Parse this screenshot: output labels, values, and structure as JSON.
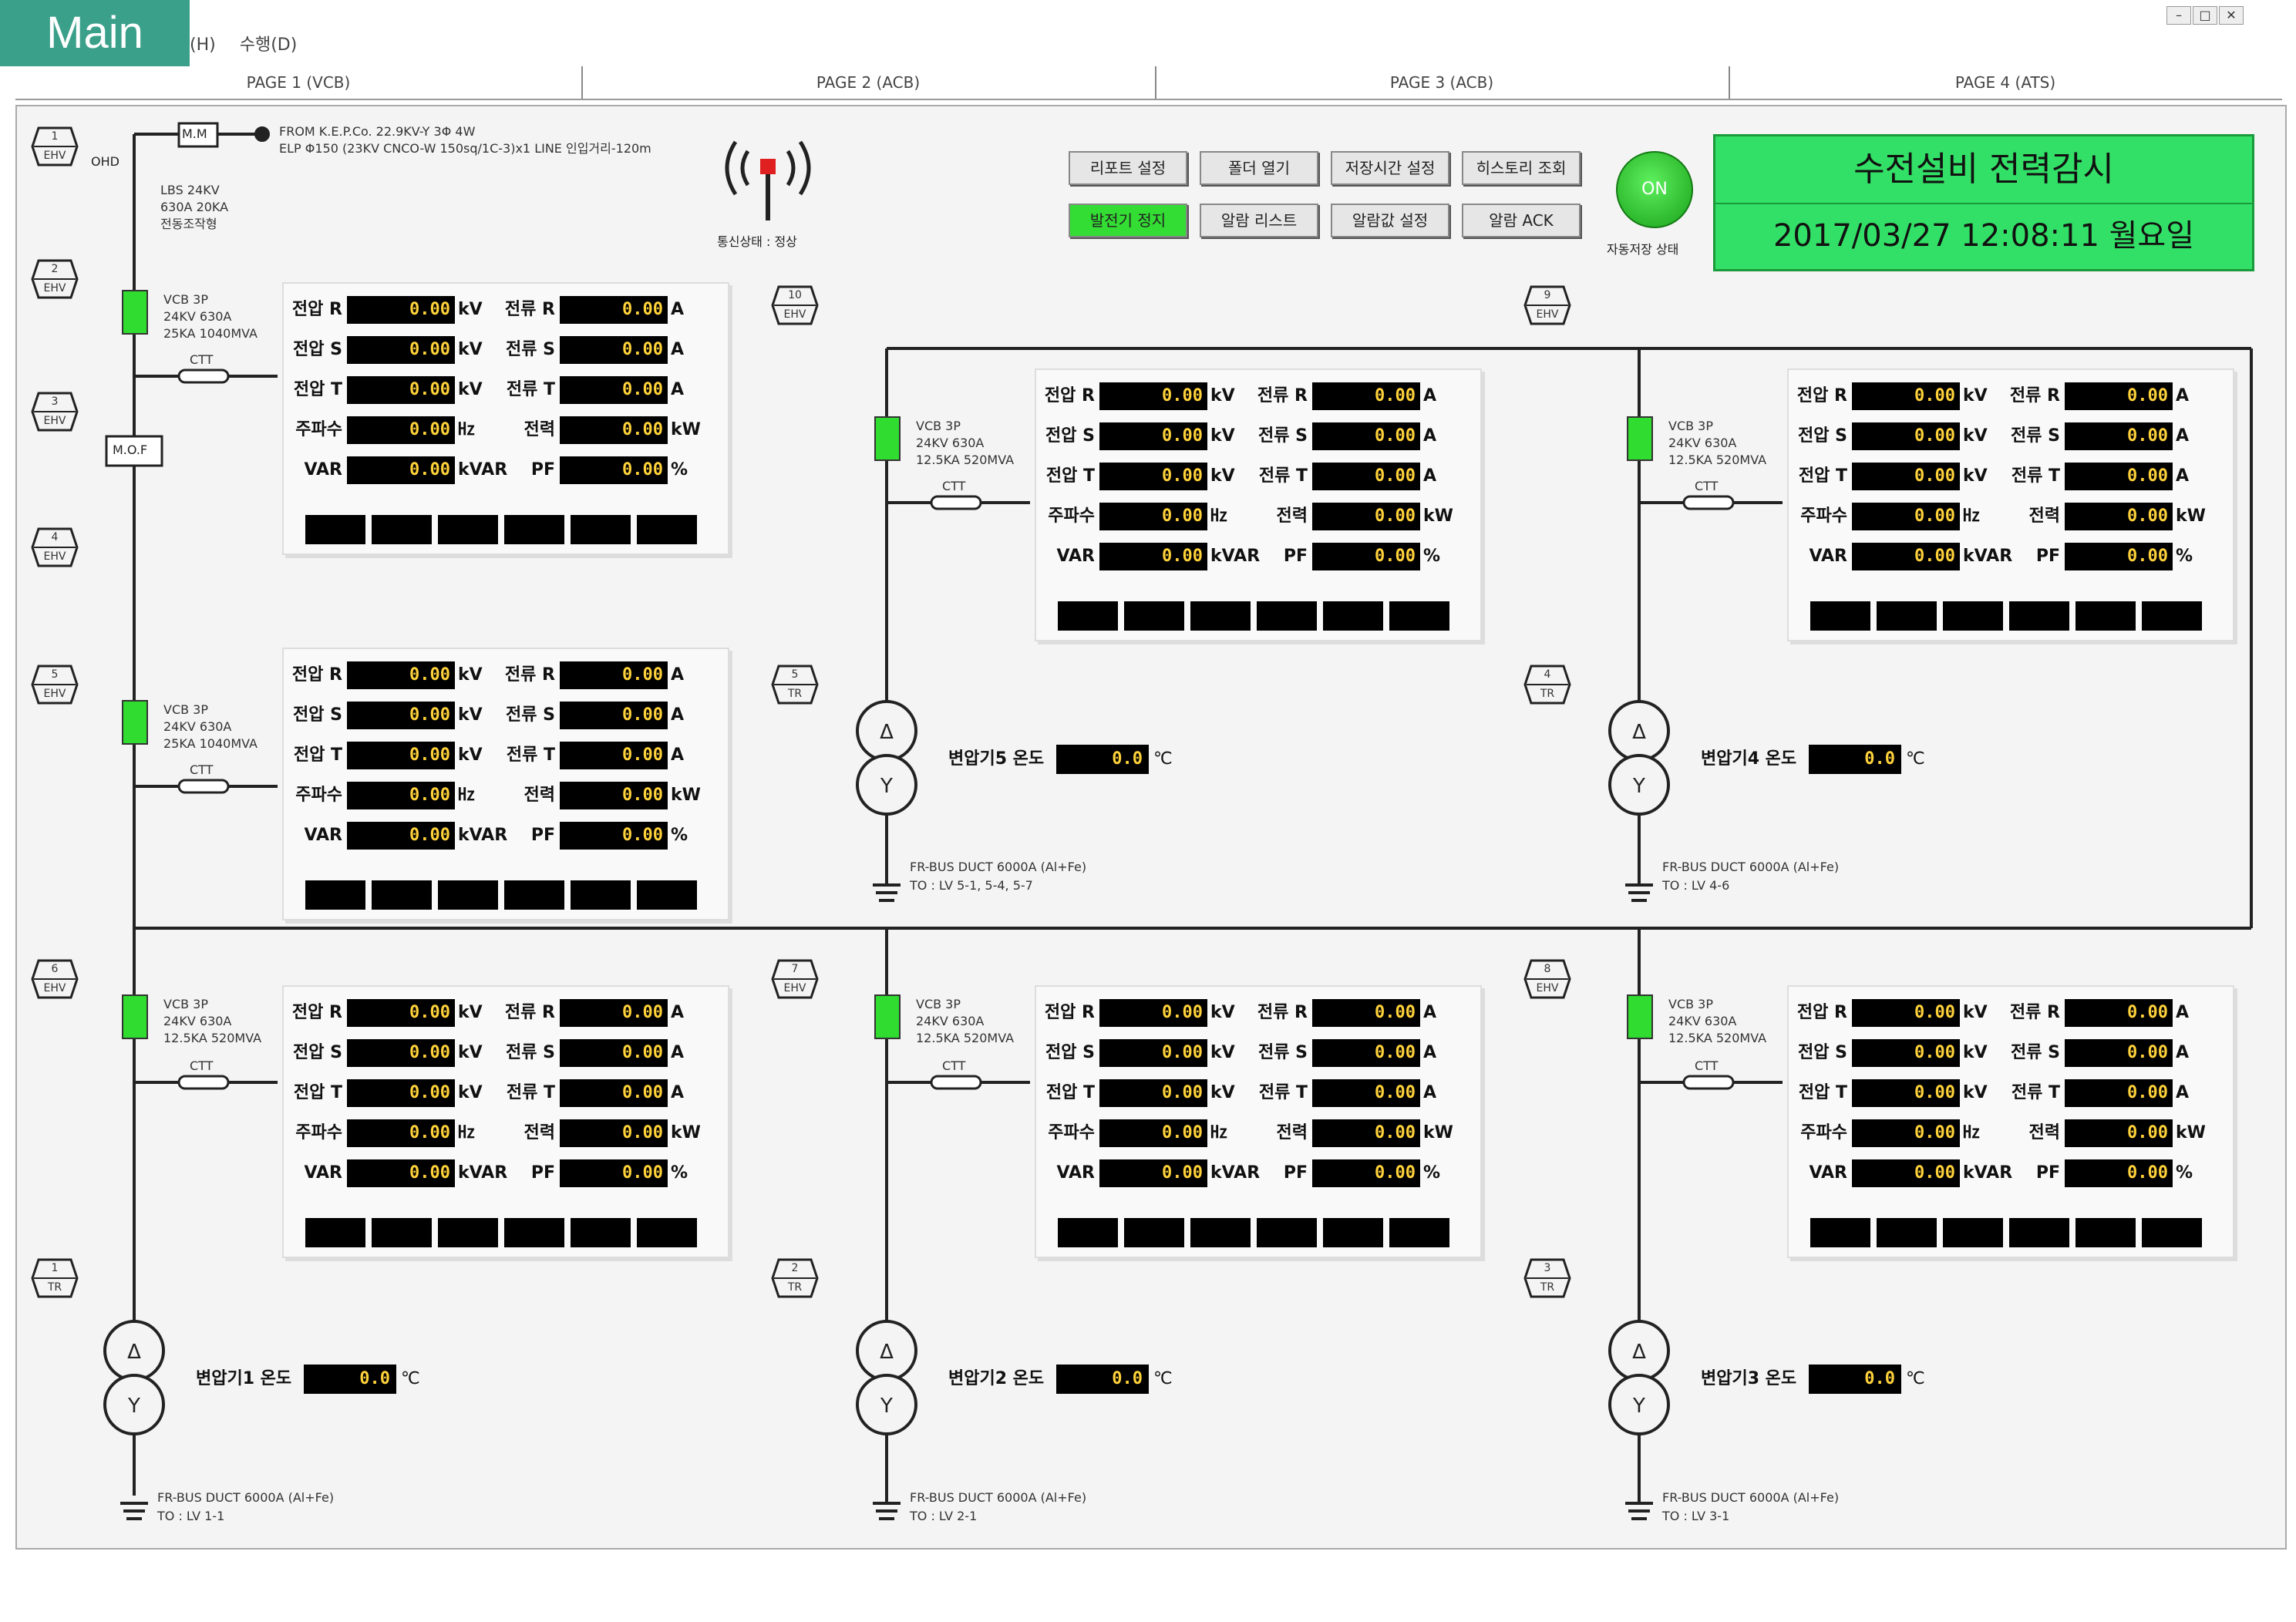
{
  "app": {
    "corner_tag": "Main",
    "menus": [
      "(H)",
      "수행(D)"
    ]
  },
  "tabs": [
    "PAGE 1 (VCB)",
    "PAGE 2 (ACB)",
    "PAGE 3 (ACB)",
    "PAGE 4 (ATS)"
  ],
  "header": {
    "buttons": [
      {
        "label": "리포트 설정",
        "green": false
      },
      {
        "label": "폴더 열기",
        "green": false
      },
      {
        "label": "저장시간 설정",
        "green": false
      },
      {
        "label": "히스토리 조회",
        "green": false
      },
      {
        "label": "발전기 정지",
        "green": true
      },
      {
        "label": "알람 리스트",
        "green": false
      },
      {
        "label": "알람값 설정",
        "green": false
      },
      {
        "label": "알람 ACK",
        "green": false
      }
    ],
    "on_lamp": "ON",
    "auto_save_label": "자동저장 상태",
    "comm_label": "통신상태 : 정상",
    "title": "수전설비 전력감시",
    "clock": "2017/03/27 12:08:11 월요일"
  },
  "supply": {
    "mm_label": "M.M",
    "ohd_label": "OHD",
    "mof_label": "M.O.F",
    "from_line1": "FROM K.E.P.Co. 22.9KV-Y 3Φ 4W",
    "from_line2": "ELP Φ150 (23KV CNCO-W 150sq/1C-3)x1 LINE 인입거리-120m",
    "lbs_note": "LBS 24KV\n630A 20KA\n전동조작형"
  },
  "ct_label": "CTT",
  "row_labels": {
    "v_r": "전압 R",
    "v_s": "전압 S",
    "v_t": "전압 T",
    "freq": "주파수",
    "var": "VAR",
    "i_r": "전류 R",
    "i_s": "전류 S",
    "i_t": "전류 T",
    "power": "전력",
    "pf": "PF"
  },
  "units": {
    "kv": "kV",
    "a": "A",
    "hz": "㎐",
    "kw": "kW",
    "kvar": "kVAR",
    "pct": "%"
  },
  "panels": [
    {
      "id": "p1",
      "vcb": "VCB 3P\n24KV 630A\n25KA 1040MVA",
      "values": {
        "v_r": "0.00",
        "v_s": "0.00",
        "v_t": "0.00",
        "freq": "0.00",
        "var": "0.00",
        "i_r": "0.00",
        "i_s": "0.00",
        "i_t": "0.00",
        "power": "0.00",
        "pf": "0.00"
      }
    },
    {
      "id": "p2",
      "vcb": "VCB 3P\n24KV 630A\n25KA 1040MVA",
      "values": {
        "v_r": "0.00",
        "v_s": "0.00",
        "v_t": "0.00",
        "freq": "0.00",
        "var": "0.00",
        "i_r": "0.00",
        "i_s": "0.00",
        "i_t": "0.00",
        "power": "0.00",
        "pf": "0.00"
      }
    },
    {
      "id": "p3",
      "vcb": "VCB 3P\n24KV 630A\n12.5KA 520MVA",
      "values": {
        "v_r": "0.00",
        "v_s": "0.00",
        "v_t": "0.00",
        "freq": "0.00",
        "var": "0.00",
        "i_r": "0.00",
        "i_s": "0.00",
        "i_t": "0.00",
        "power": "0.00",
        "pf": "0.00"
      }
    },
    {
      "id": "p4",
      "vcb": "VCB 3P\n24KV 630A\n12.5KA 520MVA",
      "values": {
        "v_r": "0.00",
        "v_s": "0.00",
        "v_t": "0.00",
        "freq": "0.00",
        "var": "0.00",
        "i_r": "0.00",
        "i_s": "0.00",
        "i_t": "0.00",
        "power": "0.00",
        "pf": "0.00"
      }
    },
    {
      "id": "p5",
      "vcb": "VCB 3P\n24KV 630A\n12.5KA 520MVA",
      "values": {
        "v_r": "0.00",
        "v_s": "0.00",
        "v_t": "0.00",
        "freq": "0.00",
        "var": "0.00",
        "i_r": "0.00",
        "i_s": "0.00",
        "i_t": "0.00",
        "power": "0.00",
        "pf": "0.00"
      }
    },
    {
      "id": "p6",
      "vcb": "VCB 3P\n24KV 630A\n12.5KA 520MVA",
      "values": {
        "v_r": "0.00",
        "v_s": "0.00",
        "v_t": "0.00",
        "freq": "0.00",
        "var": "0.00",
        "i_r": "0.00",
        "i_s": "0.00",
        "i_t": "0.00",
        "power": "0.00",
        "pf": "0.00"
      }
    },
    {
      "id": "p7",
      "vcb": "VCB 3P\n24KV 630A\n12.5KA 520MVA",
      "values": {
        "v_r": "0.00",
        "v_s": "0.00",
        "v_t": "0.00",
        "freq": "0.00",
        "var": "0.00",
        "i_r": "0.00",
        "i_s": "0.00",
        "i_t": "0.00",
        "power": "0.00",
        "pf": "0.00"
      }
    }
  ],
  "transformers": [
    {
      "id": "t5",
      "label": "변압기5 온도",
      "value": "0.0",
      "unit": "℃",
      "duct": "FR-BUS DUCT 6000A (Al+Fe)",
      "to": "TO : LV 5-1, 5-4, 5-7"
    },
    {
      "id": "t4",
      "label": "변압기4 온도",
      "value": "0.0",
      "unit": "℃",
      "duct": "FR-BUS DUCT 6000A (Al+Fe)",
      "to": "TO : LV 4-6"
    },
    {
      "id": "t1",
      "label": "변압기1 온도",
      "value": "0.0",
      "unit": "℃",
      "duct": "FR-BUS DUCT 6000A (Al+Fe)",
      "to": "TO : LV 1-1"
    },
    {
      "id": "t2",
      "label": "변압기2 온도",
      "value": "0.0",
      "unit": "℃",
      "duct": "FR-BUS DUCT 6000A (Al+Fe)",
      "to": "TO : LV 2-1"
    },
    {
      "id": "t3",
      "label": "변압기3 온도",
      "value": "0.0",
      "unit": "℃",
      "duct": "FR-BUS DUCT 6000A (Al+Fe)",
      "to": "TO : LV 3-1"
    }
  ],
  "tags": [
    {
      "num": "1",
      "txt": "EHV"
    },
    {
      "num": "2",
      "txt": "EHV"
    },
    {
      "num": "3",
      "txt": "EHV"
    },
    {
      "num": "4",
      "txt": "EHV"
    },
    {
      "num": "5",
      "txt": "EHV"
    },
    {
      "num": "6",
      "txt": "EHV"
    },
    {
      "num": "10",
      "txt": "EHV"
    },
    {
      "num": "9",
      "txt": "EHV"
    },
    {
      "num": "7",
      "txt": "EHV"
    },
    {
      "num": "8",
      "txt": "EHV"
    },
    {
      "num": "5",
      "txt": "TR"
    },
    {
      "num": "4",
      "txt": "TR"
    },
    {
      "num": "1",
      "txt": "TR"
    },
    {
      "num": "2",
      "txt": "TR"
    },
    {
      "num": "3",
      "txt": "TR"
    }
  ]
}
